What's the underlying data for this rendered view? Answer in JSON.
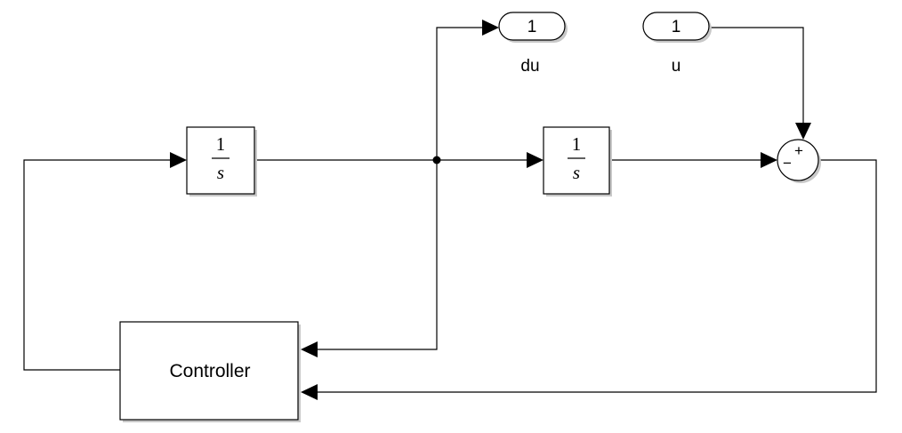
{
  "integrator_1": {
    "numerator": "1",
    "denominator": "s"
  },
  "integrator_2": {
    "numerator": "1",
    "denominator": "s"
  },
  "outport_du": {
    "number": "1",
    "name": "du"
  },
  "inport_u": {
    "number": "1",
    "name": "u"
  },
  "sum_block": {
    "plus_sign": "+",
    "minus_sign": "−"
  },
  "controller": {
    "label": "Controller"
  }
}
